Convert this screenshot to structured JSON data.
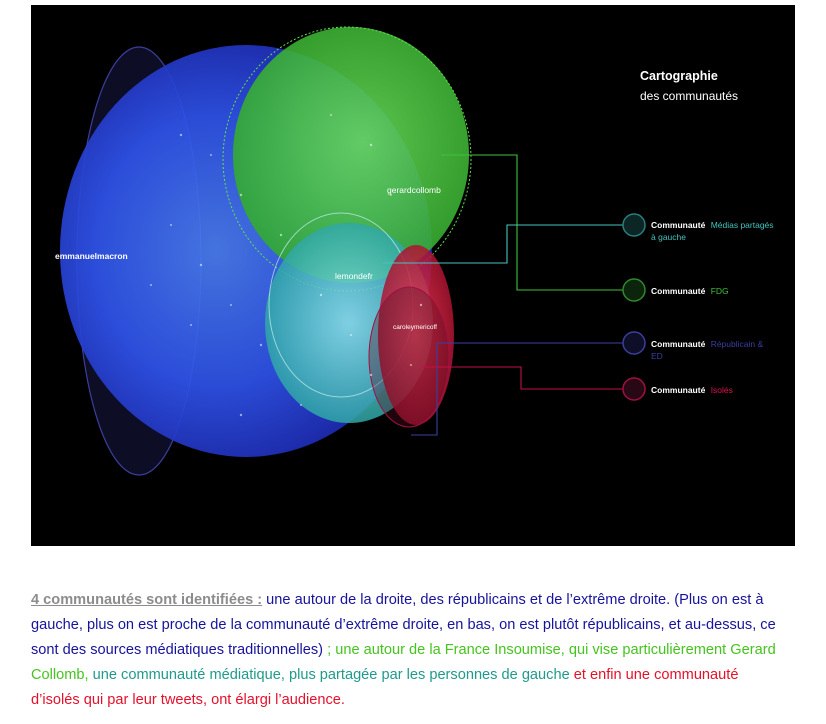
{
  "figure": {
    "title_line1": "Cartographie",
    "title_line2": "des communautés",
    "legend": [
      {
        "prefix": "Communauté",
        "name_line1": "Médias partagés",
        "name_line2": "à gauche",
        "color": "#45c4bf",
        "ring": "#2a7f7a"
      },
      {
        "prefix": "Communauté",
        "name_line1": "FDG",
        "name_line2": "",
        "color": "#3fc33a",
        "ring": "#2f8a2c"
      },
      {
        "prefix": "Communauté",
        "name_line1": "Républicain &",
        "name_line2": "ED",
        "color": "#3a3fa0",
        "ring": "#3b3f9a"
      },
      {
        "prefix": "Communauté",
        "name_line1": "Isolés",
        "name_line2": "",
        "color": "#e0144c",
        "ring": "#a01040"
      }
    ],
    "node_labels": {
      "emmanuelmacron": "emmanuelmacron",
      "gerardcollomb": "gerardcollomb",
      "lemondefr": "lemondefr",
      "caroleymericoff": "caroleymericoff"
    }
  },
  "caption": {
    "lead": "4 communautés sont identifiées :",
    "part_right": " une autour de la droite, des républicains et de l’extrême droite. (Plus on est à gauche, plus on est proche de la communauté d’extrême droite, en bas, on est plutôt républicains, et au-dessus, ce sont des sources médiatiques traditionnelles)",
    "part_fi": " ; une autour de la France Insoumise, qui vise particulièrement Gerard Collomb,",
    "part_media": " une communauté médiatique, plus partagée par les personnes de gauche",
    "part_isol": " et enfin une communauté d’isolés qui par leur tweets, ont élargi l’audience.",
    "colors": {
      "lead": "#8c8c8c",
      "right": "#17139c",
      "fi": "#45c41e",
      "media": "#1f9a8c",
      "isol": "#e5112b"
    }
  }
}
